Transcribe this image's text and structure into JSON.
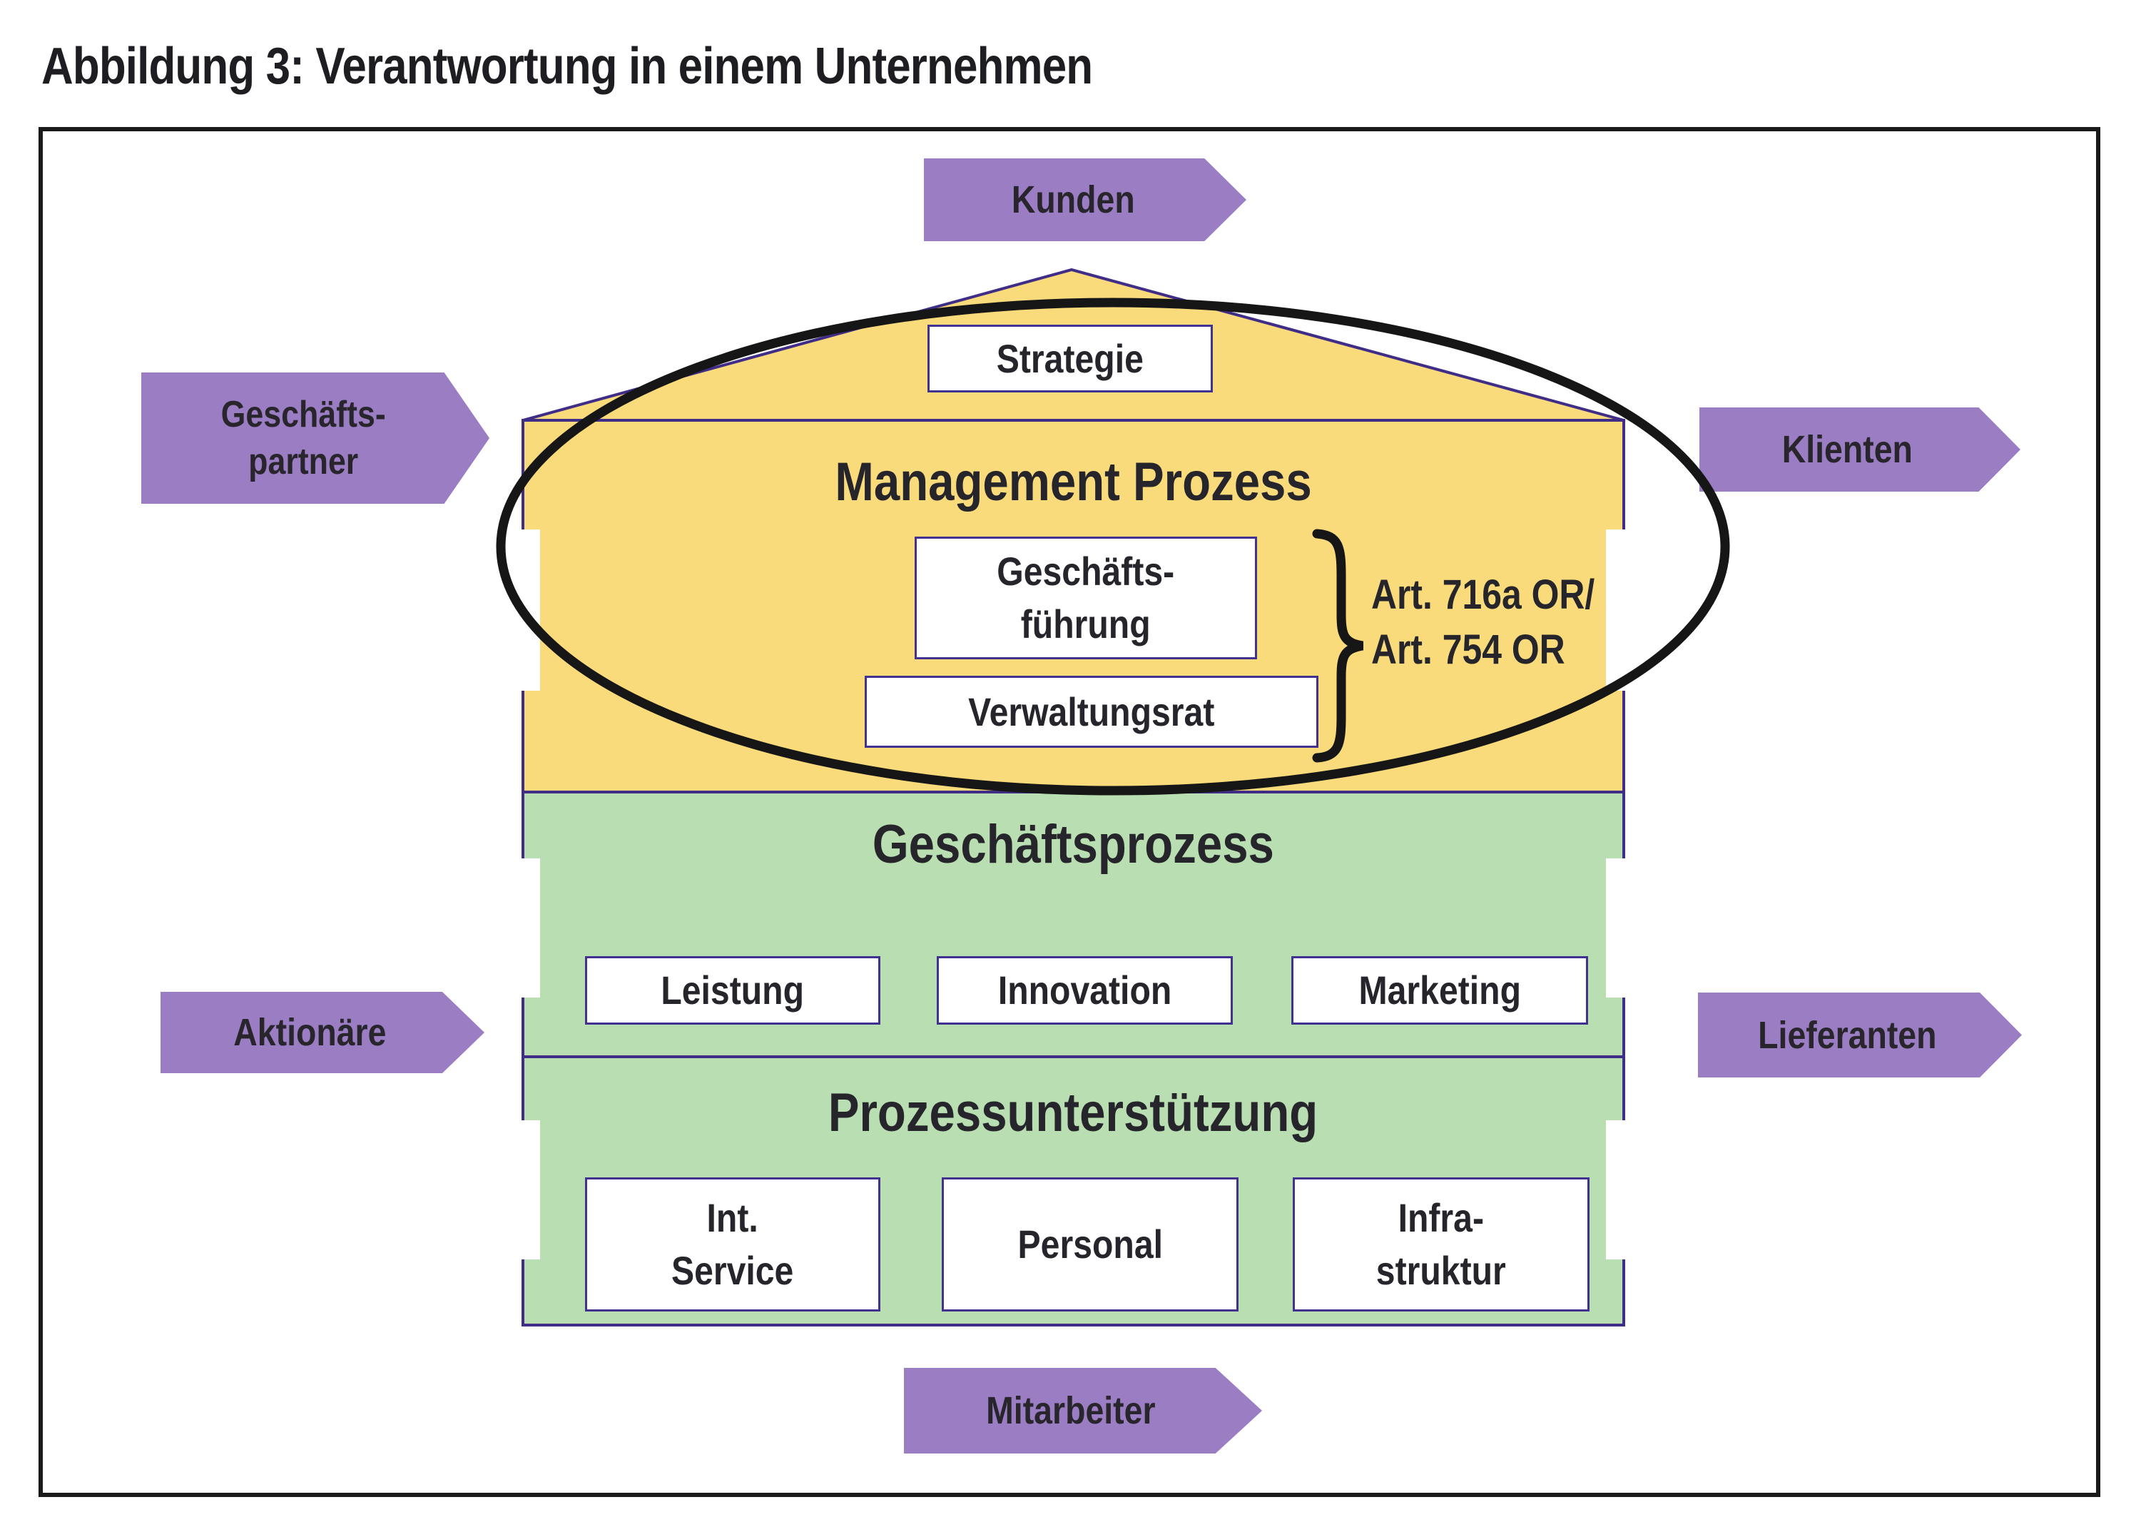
{
  "figure": {
    "title": "Abbildung 3: Verantwortung in einem Unternehmen"
  },
  "colors": {
    "band_yellow": "#f9db7b",
    "band_green": "#b9deb1",
    "arrow_purple": "#9b7dc3",
    "line_purple": "#3f2d87",
    "outline_black": "#161616",
    "text": "#26252b"
  },
  "arrows": {
    "kunden": {
      "label": "Kunden"
    },
    "geschaeftspartner": {
      "label": "Geschäfts-\npartner"
    },
    "klienten": {
      "label": "Klienten"
    },
    "aktionaere": {
      "label": "Aktionäre"
    },
    "lieferanten": {
      "label": "Lieferanten"
    },
    "mitarbeiter": {
      "label": "Mitarbeiter"
    }
  },
  "house": {
    "roof_label": "Strategie",
    "management": {
      "title": "Management Prozess",
      "executive_box": "Geschäfts-\nführung",
      "board_box": "Verwaltungsrat",
      "law_annotation": "Art. 716a OR/\nArt. 754 OR"
    },
    "business": {
      "title": "Geschäftsprozess",
      "boxes": [
        "Leistung",
        "Innovation",
        "Marketing"
      ]
    },
    "support": {
      "title": "Prozessunterstützung",
      "boxes": [
        "Int.\nService",
        "Personal",
        "Infra-\nstruktur"
      ]
    }
  }
}
